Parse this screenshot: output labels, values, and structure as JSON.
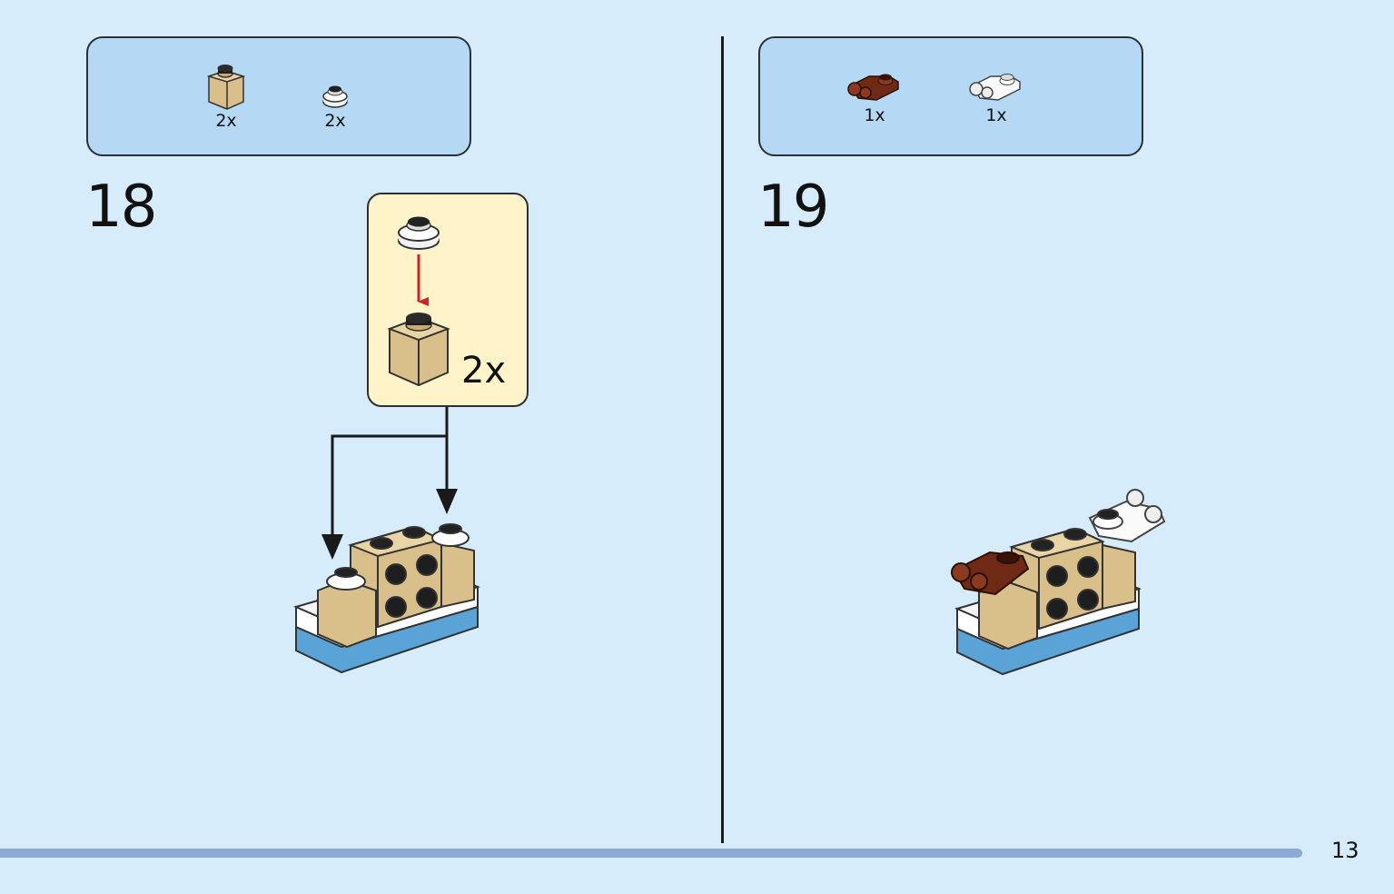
{
  "steps": [
    {
      "number": "18",
      "parts": [
        {
          "name": "tan-1x1-brick",
          "qty": "2x"
        },
        {
          "name": "white-round-plate",
          "qty": "2x"
        }
      ],
      "callout": {
        "qty": "2x"
      }
    },
    {
      "number": "19",
      "parts": [
        {
          "name": "brown-clip-plate",
          "qty": "1x"
        },
        {
          "name": "white-clip-plate",
          "qty": "1x"
        }
      ]
    }
  ],
  "page_number": "13",
  "colors": {
    "background": "#d6ecfa",
    "parts_box": "#b5d8f5",
    "callout": "#fff4c9",
    "tan": "#d9c08a",
    "brown": "#6e2a14",
    "blue": "#5aa3d6",
    "arrow_red": "#d42027",
    "progress": "#8ca9d8"
  }
}
